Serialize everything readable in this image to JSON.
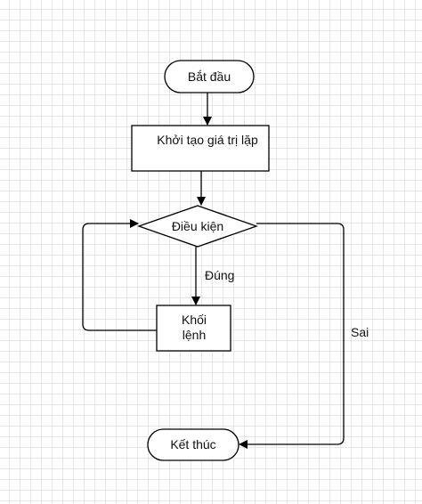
{
  "diagram": {
    "nodes": {
      "start": {
        "label": "Bắt đầu",
        "shape": "terminator"
      },
      "init": {
        "label": "Khởi tạo giá trị lặp",
        "shape": "process"
      },
      "condition": {
        "label": "Điều kiện",
        "shape": "decision"
      },
      "body": {
        "label_lines": [
          "Khối",
          "lệnh"
        ],
        "shape": "process"
      },
      "end": {
        "label": "Kết thúc",
        "shape": "terminator"
      }
    },
    "edges": {
      "true_label": "Đúng",
      "false_label": "Sai"
    },
    "colors": {
      "stroke": "#000000",
      "fill": "#ffffff",
      "grid": "#e6e6e6"
    }
  }
}
